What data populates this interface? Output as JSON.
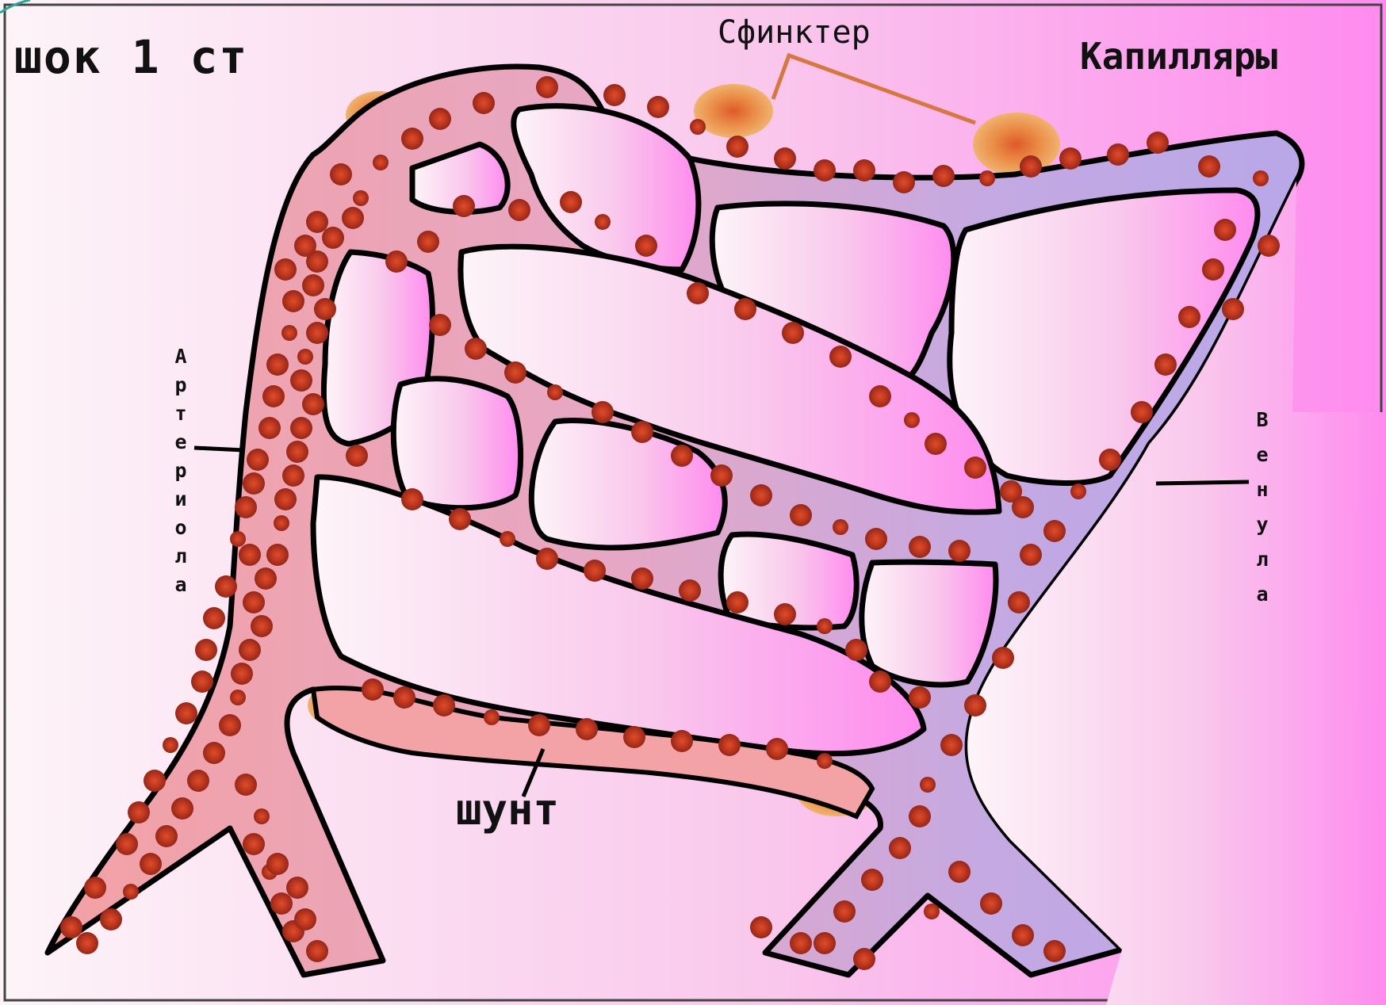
{
  "title": "шок 1 ст",
  "labels": {
    "sphincter": "Сфинктер",
    "capillaries": "Капилляры",
    "arteriole": "Артериола",
    "venule": "Венула",
    "shunt": "шунт"
  },
  "colors": {
    "background_left": "#fdf3f7",
    "background_right": "#ff8ff0",
    "arterial_vessel": "#f3a3a8",
    "venous_vessel": "#bfa8e6",
    "vessel_outline": "#000000",
    "red_blood_cell": "#b8361f",
    "cell_center": "#e0502e",
    "sphincter_cell": "#e8964a",
    "sphincter_pointer": "#d5773f"
  }
}
